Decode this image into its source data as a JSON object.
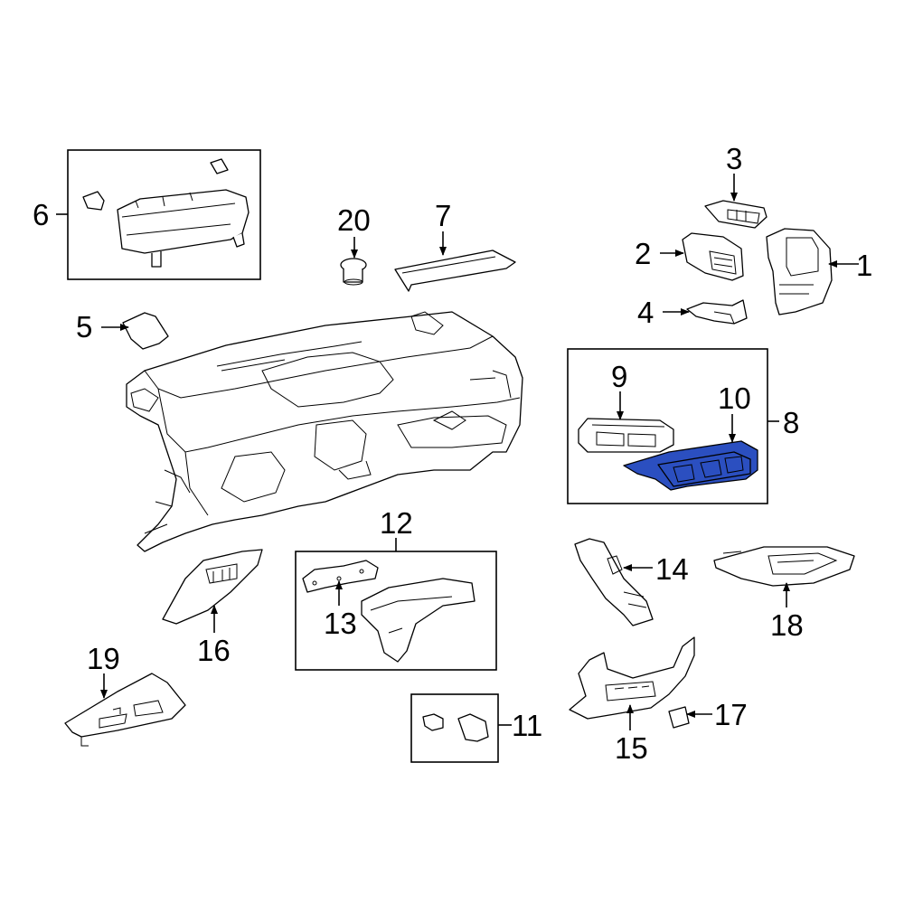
{
  "diagram": {
    "highlight_color": "#2b4fc0",
    "callouts": [
      {
        "id": "c1",
        "text": "1"
      },
      {
        "id": "c2",
        "text": "2"
      },
      {
        "id": "c3",
        "text": "3"
      },
      {
        "id": "c4",
        "text": "4"
      },
      {
        "id": "c5",
        "text": "5"
      },
      {
        "id": "c6",
        "text": "6"
      },
      {
        "id": "c7",
        "text": "7"
      },
      {
        "id": "c8",
        "text": "8"
      },
      {
        "id": "c9",
        "text": "9"
      },
      {
        "id": "c10",
        "text": "10"
      },
      {
        "id": "c11",
        "text": "11"
      },
      {
        "id": "c12",
        "text": "12"
      },
      {
        "id": "c13",
        "text": "13"
      },
      {
        "id": "c14",
        "text": "14"
      },
      {
        "id": "c15",
        "text": "15"
      },
      {
        "id": "c16",
        "text": "16"
      },
      {
        "id": "c17",
        "text": "17"
      },
      {
        "id": "c18",
        "text": "18"
      },
      {
        "id": "c19",
        "text": "19"
      },
      {
        "id": "c20",
        "text": "20"
      }
    ]
  }
}
